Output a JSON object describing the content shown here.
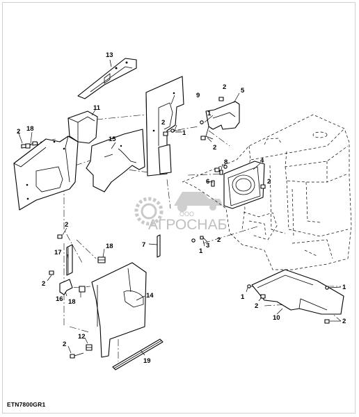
{
  "figure": {
    "code": "ETN7800GR1"
  },
  "watermark": {
    "company_prefix": "ООО",
    "company_name": "АГРОСНАБ"
  },
  "callouts": [
    "1",
    "2",
    "3",
    "4",
    "5",
    "6",
    "7",
    "8",
    "9",
    "10",
    "11",
    "12",
    "13",
    "14",
    "15",
    "16",
    "17",
    "18",
    "19"
  ]
}
